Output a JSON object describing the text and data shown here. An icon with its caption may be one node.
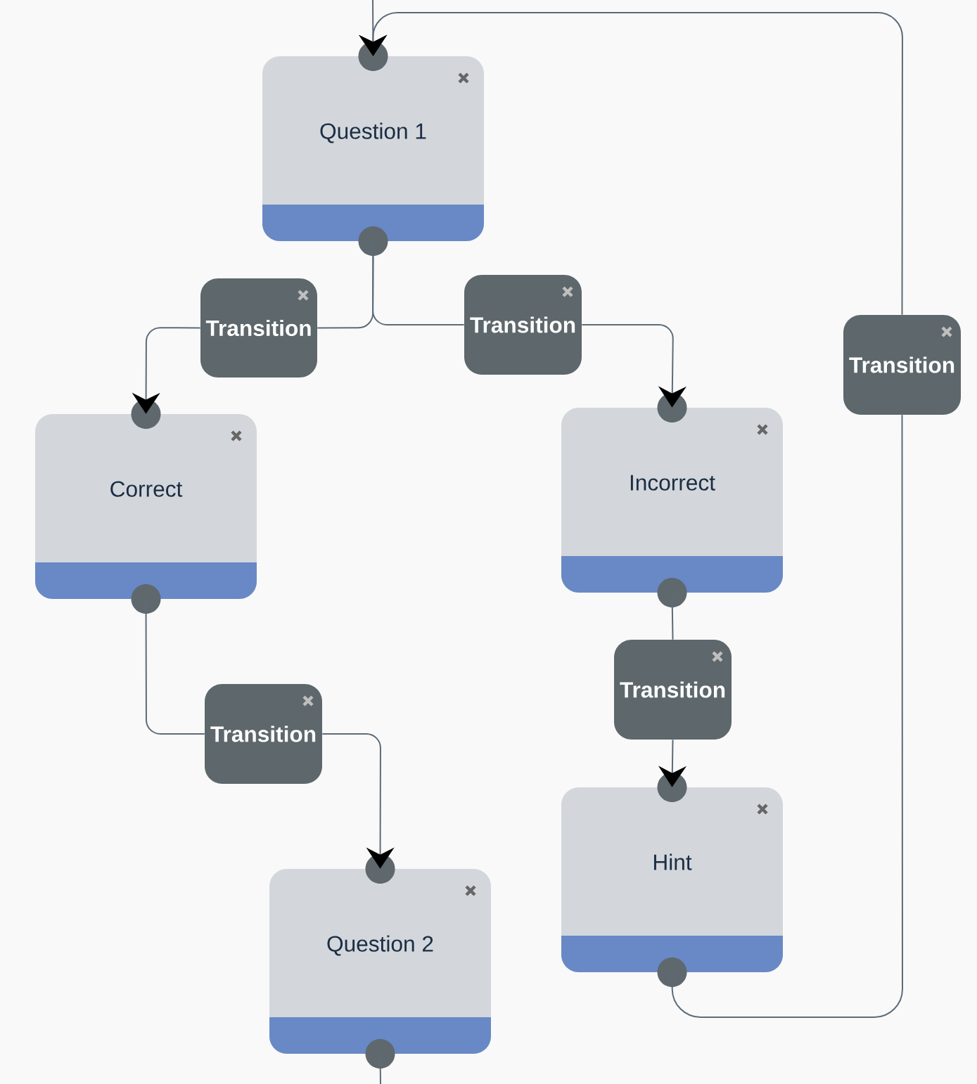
{
  "diagram": {
    "nodes": [
      {
        "text": [
          "Question 1"
        ]
      },
      {
        "text": [
          "Transition"
        ]
      },
      {
        "text": [
          "Transition"
        ]
      },
      {
        "text": [
          "Transition"
        ]
      },
      {
        "text": [
          "Correct"
        ]
      },
      {
        "text": [
          "Incorrect"
        ]
      },
      {
        "text": [
          "Transition"
        ]
      },
      {
        "text": [
          "Transition"
        ]
      },
      {
        "text": [
          "Hint"
        ]
      },
      {
        "text": [
          "Question 2"
        ]
      }
    ],
    "edges": [
      {
        "from": null,
        "to": 0,
        "arrow": "to"
      },
      {
        "from": 0,
        "to": 1,
        "arrow": "none"
      },
      {
        "from": 1,
        "to": 4,
        "arrow": "to"
      },
      {
        "from": 0,
        "to": 2,
        "arrow": "none"
      },
      {
        "from": 2,
        "to": 5,
        "arrow": "to"
      },
      {
        "from": 5,
        "to": 6,
        "arrow": "none"
      },
      {
        "from": 6,
        "to": 8,
        "arrow": "to"
      },
      {
        "from": 4,
        "to": 7,
        "arrow": "none"
      },
      {
        "from": 7,
        "to": 9,
        "arrow": "to"
      },
      {
        "from": 8,
        "to": 3,
        "arrow": "none"
      },
      {
        "from": 3,
        "to": 0,
        "arrow": "to"
      },
      {
        "from": 9,
        "to": null,
        "arrow": "none"
      }
    ]
  }
}
